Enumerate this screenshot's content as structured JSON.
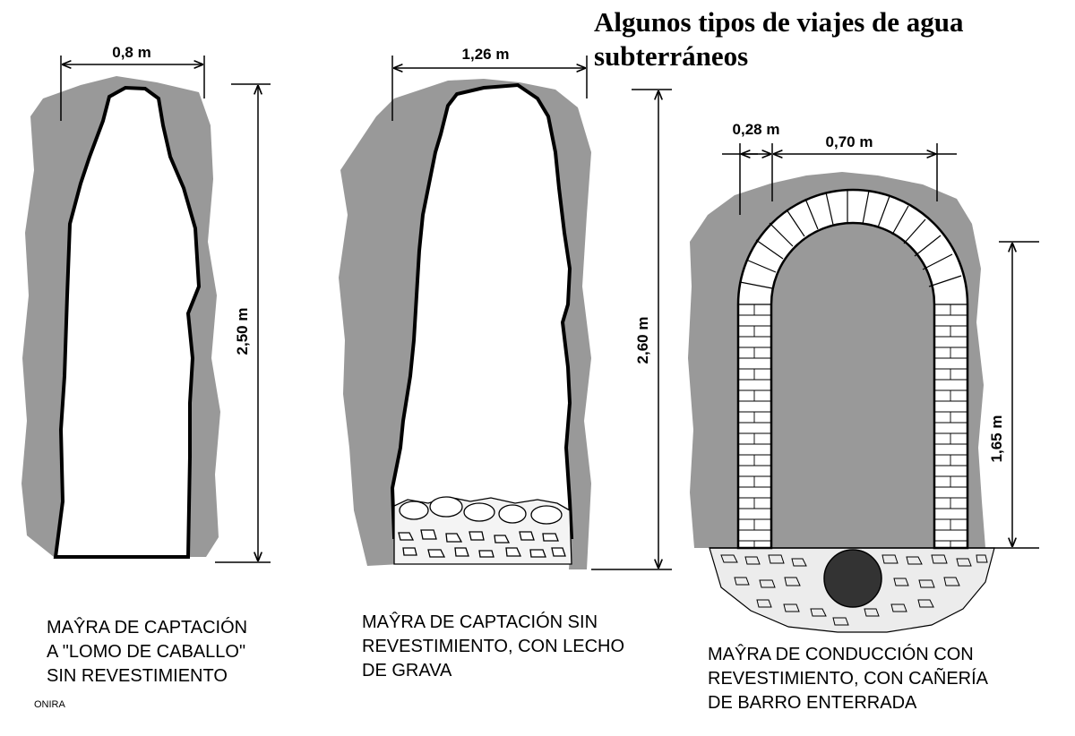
{
  "title": "Algunos tipos de viajes de agua subterráneos",
  "sections": [
    {
      "caption": "MAŶRA DE CAPTACIÓN\nA \"LOMO DE CABALLO\"\nSIN REVESTIMIENTO",
      "width_label": "0,8 m",
      "height_label": "2,50 m"
    },
    {
      "caption": "MAŶRA DE CAPTACIÓN SIN\nREVESTIMIENTO, CON LECHO\nDE GRAVA",
      "width_label": "1,26 m",
      "height_label": "2,60 m"
    },
    {
      "caption": "MAŶRA DE CONDUCCIÓN CON\nREVESTIMIENTO, CON CAÑERÍA\nDE BARRO ENTERRADA",
      "wall_label": "0,28 m",
      "width_label": "0,70 m",
      "height_label": "1,65 m"
    }
  ],
  "credit": "ONIRA",
  "colors": {
    "rock": "#999999",
    "outline": "#000000",
    "pipe": "#333333"
  }
}
